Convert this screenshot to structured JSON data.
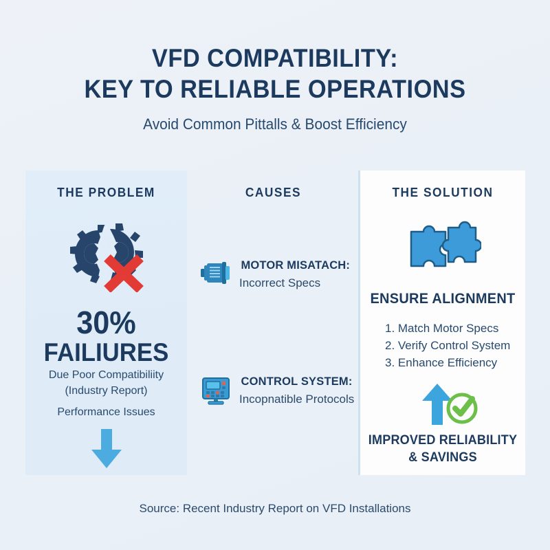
{
  "header": {
    "title_line1": "VFD COMPATIBILITY:",
    "title_line2": "KEY TO RELIABLE OPERATIONS",
    "subtitle": "Avoid Common Pittalls & Boost Efficiency"
  },
  "problem": {
    "heading": "THE PROBLEM",
    "icon": "broken-gear-red-x-icon",
    "stat_percent": "30%",
    "stat_word": "FAILIURES",
    "note_line1": "Due Poor Compatibiliity",
    "note_line2": "(Industry Report)",
    "note_line3": "Performance Issues",
    "arrow_icon": "arrow-down-icon"
  },
  "causes": {
    "heading": "CAUSES",
    "items": [
      {
        "icon": "electric-motor-icon",
        "title": "MOTOR MISATACH:",
        "subtitle": "Incorrect Specs"
      },
      {
        "icon": "control-panel-icon",
        "title": "CONTROL SYSTEM:",
        "subtitle": "Incopnatible Protocols"
      }
    ]
  },
  "solution": {
    "heading": "THE SOLUTION",
    "icon": "puzzle-pieces-icon",
    "subheading": "ENSURE ALIGNMENT",
    "steps": [
      "1. Match Motor Specs",
      "2. Verify Control System",
      "3. Enhance Efficiency"
    ],
    "result_icon_arrow": "arrow-up-icon",
    "result_icon_check": "check-circle-icon",
    "result_line1": "IMPROVED RELIABILITY",
    "result_line2": "& SAVINGS"
  },
  "footer": {
    "source": "Source: Recent Industry Report on VFD Installations"
  },
  "colors": {
    "background": "#eef2f8",
    "navy": "#1c3a5e",
    "panel_blue": "#e1eef9",
    "panel_white": "#fdfdfe",
    "accent_blue": "#3da5dd",
    "puzzle_blue": "#3d9bd9",
    "red": "#e23b35",
    "green": "#6cc04a"
  }
}
